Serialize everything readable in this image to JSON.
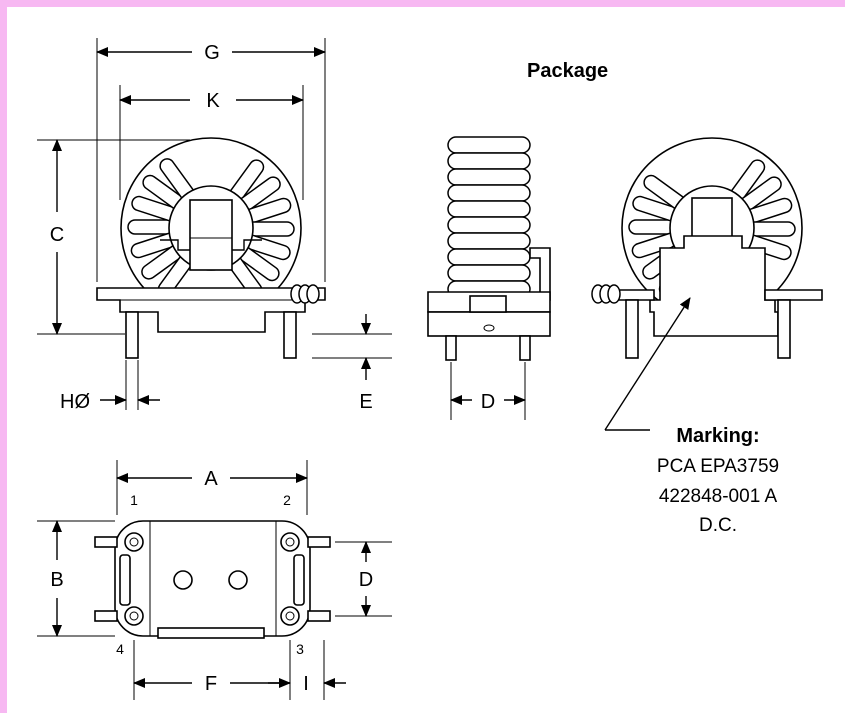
{
  "title": "Package",
  "dimensions": {
    "g": "G",
    "k": "K",
    "c": "C",
    "h": "HØ",
    "e": "E",
    "d_side": "D",
    "a": "A",
    "b": "B",
    "d_bottom": "D",
    "f": "F",
    "i": "I"
  },
  "pins": {
    "p1": "1",
    "p2": "2",
    "p3": "3",
    "p4": "4"
  },
  "marking": {
    "heading": "Marking:",
    "line1": "PCA EPA3759",
    "line2": "422848-001  A",
    "line3": "D.C."
  },
  "colors": {
    "border": "#f7b8f2",
    "line": "#000000",
    "background": "#ffffff"
  }
}
